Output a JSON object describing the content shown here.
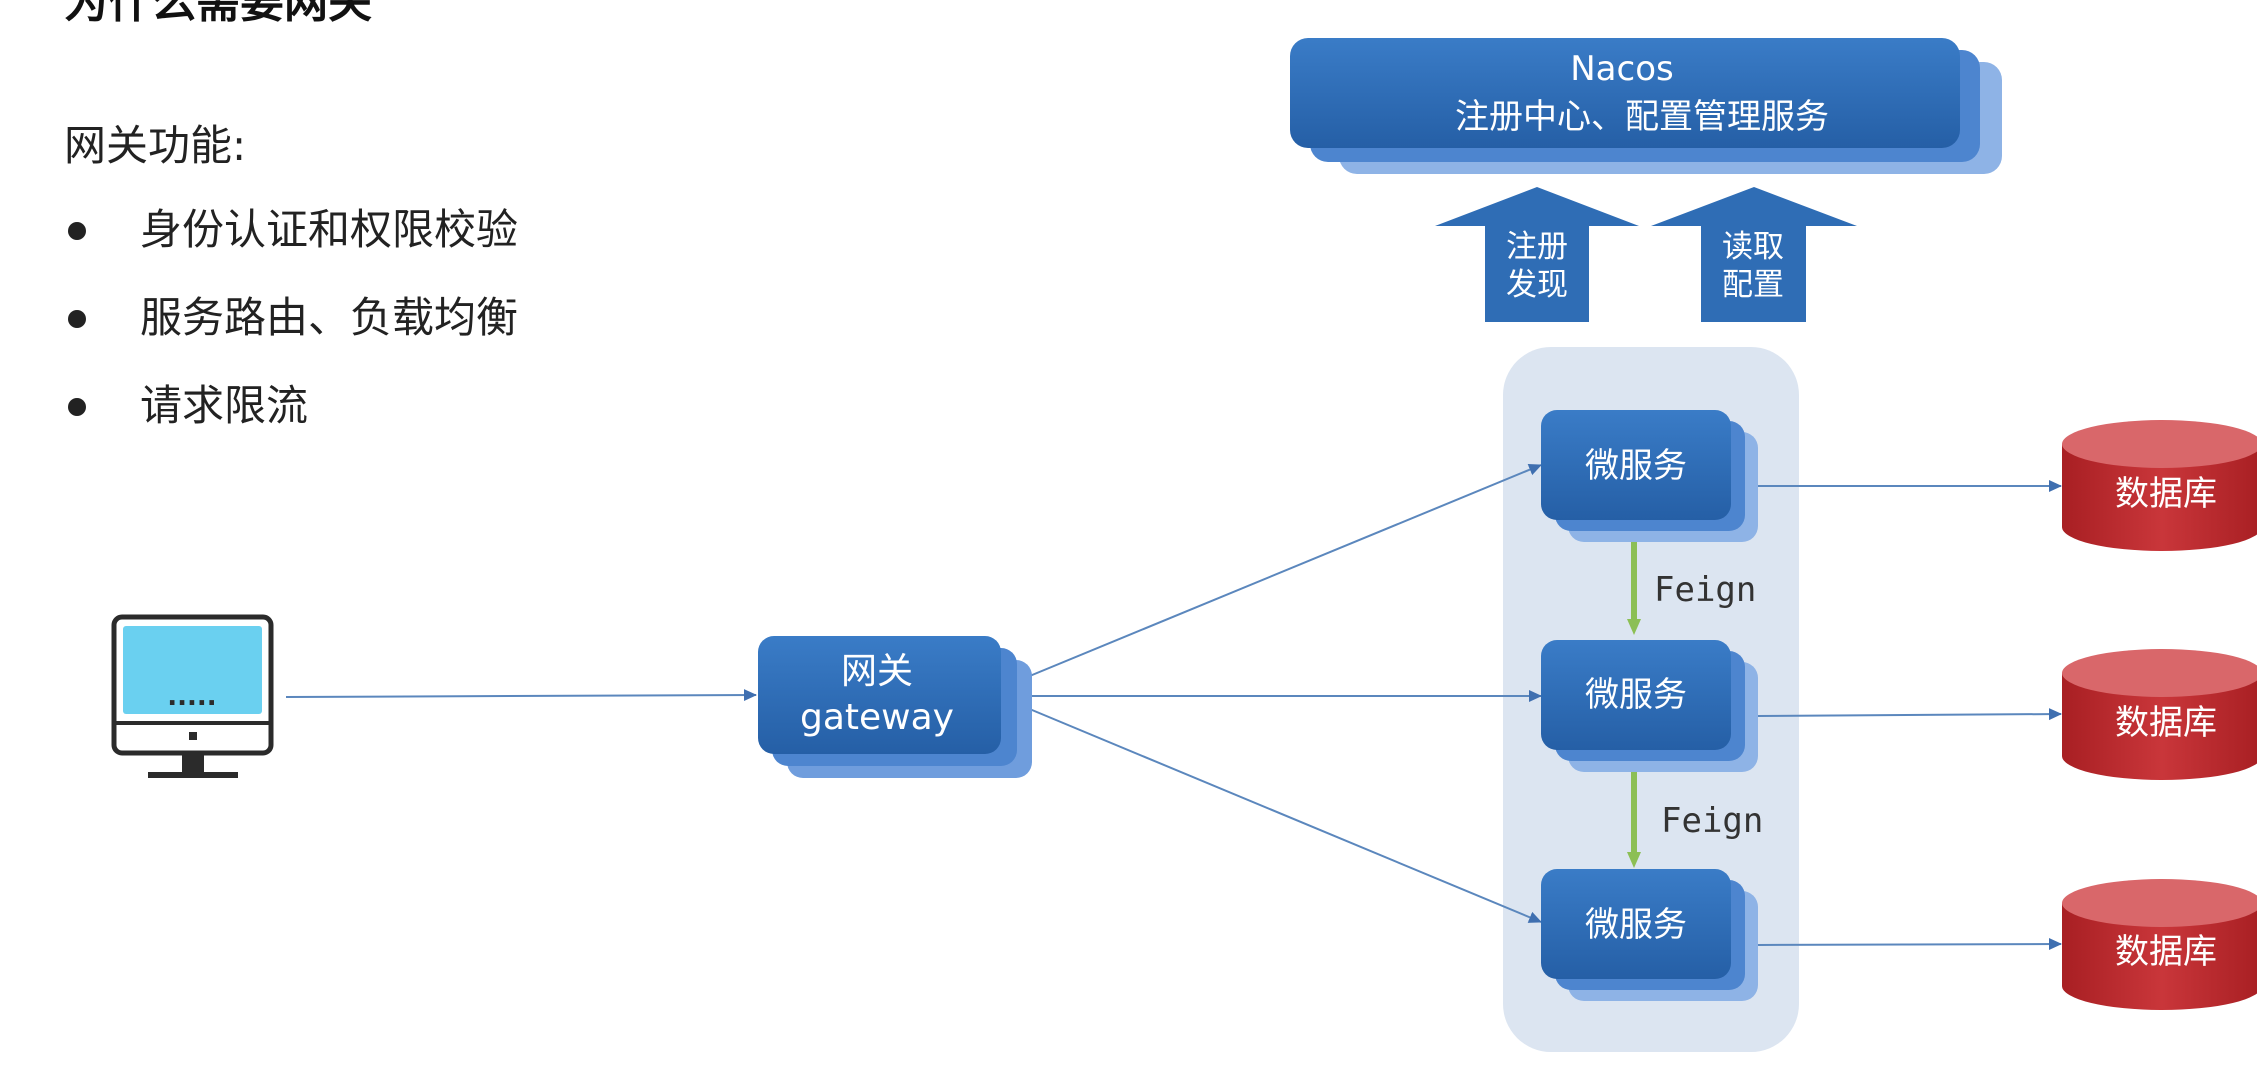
{
  "title": "为什么需要网关",
  "functions": {
    "label": "网关功能:",
    "items": [
      "身份认证和权限校验",
      "服务路由、负载均衡",
      "请求限流"
    ]
  },
  "client": {
    "screen_text": "....."
  },
  "gateway": {
    "line1": "网关",
    "line2": "gateway"
  },
  "nacos": {
    "line1": "Nacos",
    "line2": "注册中心、配置管理服务"
  },
  "arrows_up": [
    {
      "line1": "注册",
      "line2": "发现"
    },
    {
      "line1": "读取",
      "line2": "配置"
    }
  ],
  "services": [
    "微服务",
    "微服务",
    "微服务"
  ],
  "feign_labels": [
    "Feign",
    "Feign"
  ],
  "databases": [
    "数据库",
    "数据库",
    "数据库"
  ],
  "colors": {
    "box_blue": "#2f6db5",
    "box_shadow": "#6f9ddd",
    "cluster_bg": "#dce5f1",
    "db_red": "#c0282c",
    "db_top": "#d9676a",
    "feign_green": "#8cbf55",
    "line_blue": "#5b87bd"
  }
}
